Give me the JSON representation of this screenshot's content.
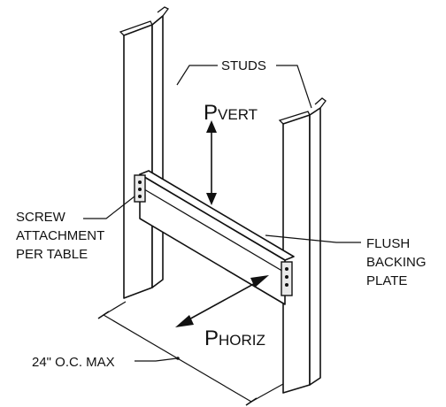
{
  "labels": {
    "studs": "STUDS",
    "p_vert_main": "P",
    "p_vert_sub": "VERT",
    "p_horiz_main": "P",
    "p_horiz_sub": "HORIZ",
    "screw_line1": "SCREW",
    "screw_line2": "ATTACHMENT",
    "screw_line3": "PER TABLE",
    "flush_line1": "FLUSH",
    "flush_line2": "BACKING",
    "flush_line3": "PLATE",
    "spacing": "24\" O.C. MAX"
  }
}
